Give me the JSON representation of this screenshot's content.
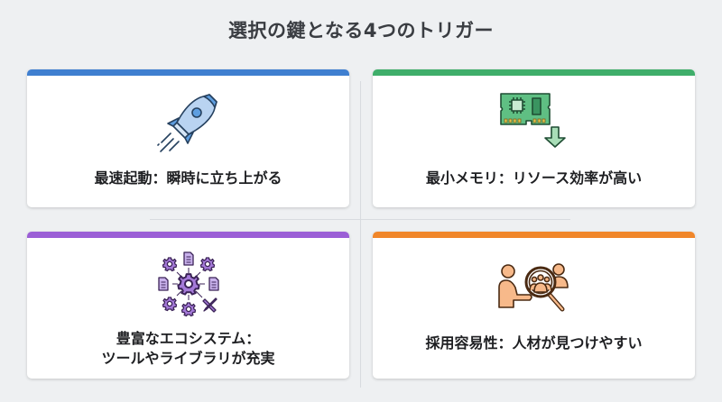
{
  "title": "選択の鍵となる4つのトリガー",
  "cards": [
    {
      "id": "fastest-startup",
      "icon": "rocket-icon",
      "accent_color": "#3f7fd0",
      "label_lines": [
        "最速起動：瞬時に立ち上がる"
      ]
    },
    {
      "id": "minimal-memory",
      "icon": "memory-chip-down-arrow-icon",
      "accent_color": "#3fae6a",
      "label_lines": [
        "最小メモリ：リソース効率が高い"
      ]
    },
    {
      "id": "rich-ecosystem",
      "icon": "ecosystem-gears-icon",
      "accent_color": "#9b5fd6",
      "label_lines": [
        "豊富なエコシステム：",
        "ツールやライブラリが充実"
      ]
    },
    {
      "id": "easy-hiring",
      "icon": "talent-search-icon",
      "accent_color": "#f0862a",
      "label_lines": [
        "採用容易性：人材が見つけやすい"
      ]
    }
  ]
}
